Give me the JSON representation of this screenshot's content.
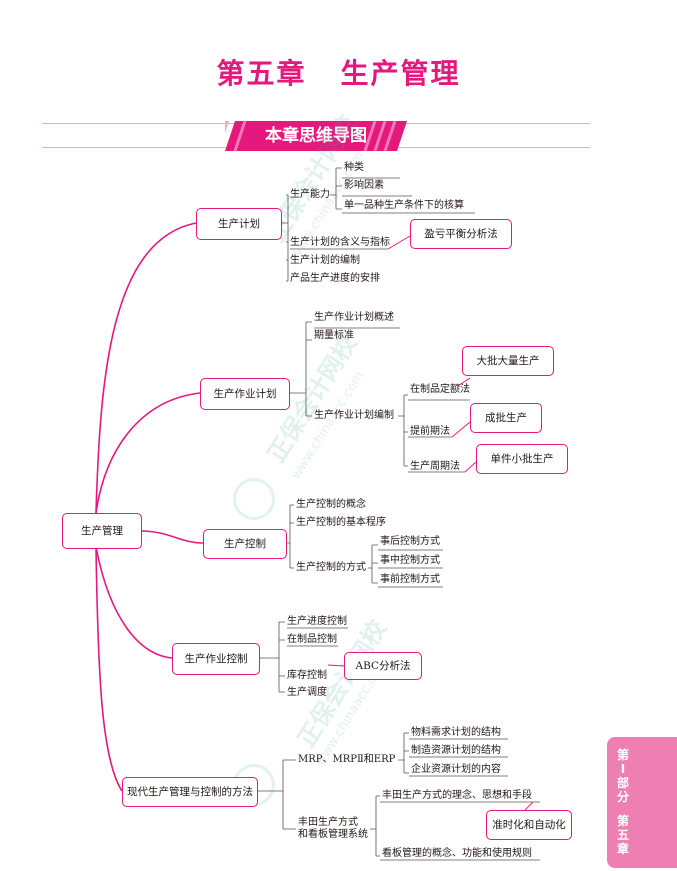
{
  "chapter_title": {
    "part1": "第五章",
    "part2": "生产管理"
  },
  "banner": "本章思维导图",
  "watermarks": {
    "text": "正保会计网校",
    "url": "www.chinaacc.com"
  },
  "side_tab": {
    "chars": [
      "第",
      "Ⅰ",
      "部",
      "分",
      "",
      "第",
      "五",
      "章"
    ]
  },
  "root": "生产管理",
  "branches": {
    "plan": {
      "label": "生产计划",
      "capacity": "生产能力",
      "capacity_items": [
        "种类",
        "影响因素",
        "单一品种生产条件下的核算"
      ],
      "meaning": "生产计划的含义与指标",
      "breakeven": "盈亏平衡分析法",
      "compile": "生产计划的编制",
      "schedule": "产品生产进度的安排"
    },
    "op_plan": {
      "label": "生产作业计划",
      "overview": "生产作业计划概述",
      "standard": "期量标准",
      "compile": "生产作业计划编制",
      "quota": "在制品定额法",
      "mass": "大批大量生产",
      "lead": "提前期法",
      "batch": "成批生产",
      "cycle": "生产周期法",
      "single": "单件小批生产"
    },
    "control": {
      "label": "生产控制",
      "concept": "生产控制的概念",
      "procedure": "生产控制的基本程序",
      "methods": "生产控制的方式",
      "method_items": [
        "事后控制方式",
        "事中控制方式",
        "事前控制方式"
      ]
    },
    "op_control": {
      "label": "生产作业控制",
      "progress": "生产进度控制",
      "wip": "在制品控制",
      "inventory": "库存控制",
      "abc": "ABC分析法",
      "dispatch": "生产调度"
    },
    "modern": {
      "label": "现代生产管理与控制的方法",
      "mrp": "MRP、MRPⅡ和ERP",
      "mrp_items": [
        "物料需求计划的结构",
        "制造资源计划的结构",
        "企业资源计划的内容"
      ],
      "toyota": "丰田生产方式\n和看板管理系统",
      "toyota_idea": "丰田生产方式的理念、思想和手段",
      "jit": "准时化和自动化",
      "kanban": "看板管理的概念、功能和使用规则"
    }
  },
  "colors": {
    "accent": "#e5187e",
    "tab": "#ee7fb3",
    "line": "#f2a8c9"
  }
}
